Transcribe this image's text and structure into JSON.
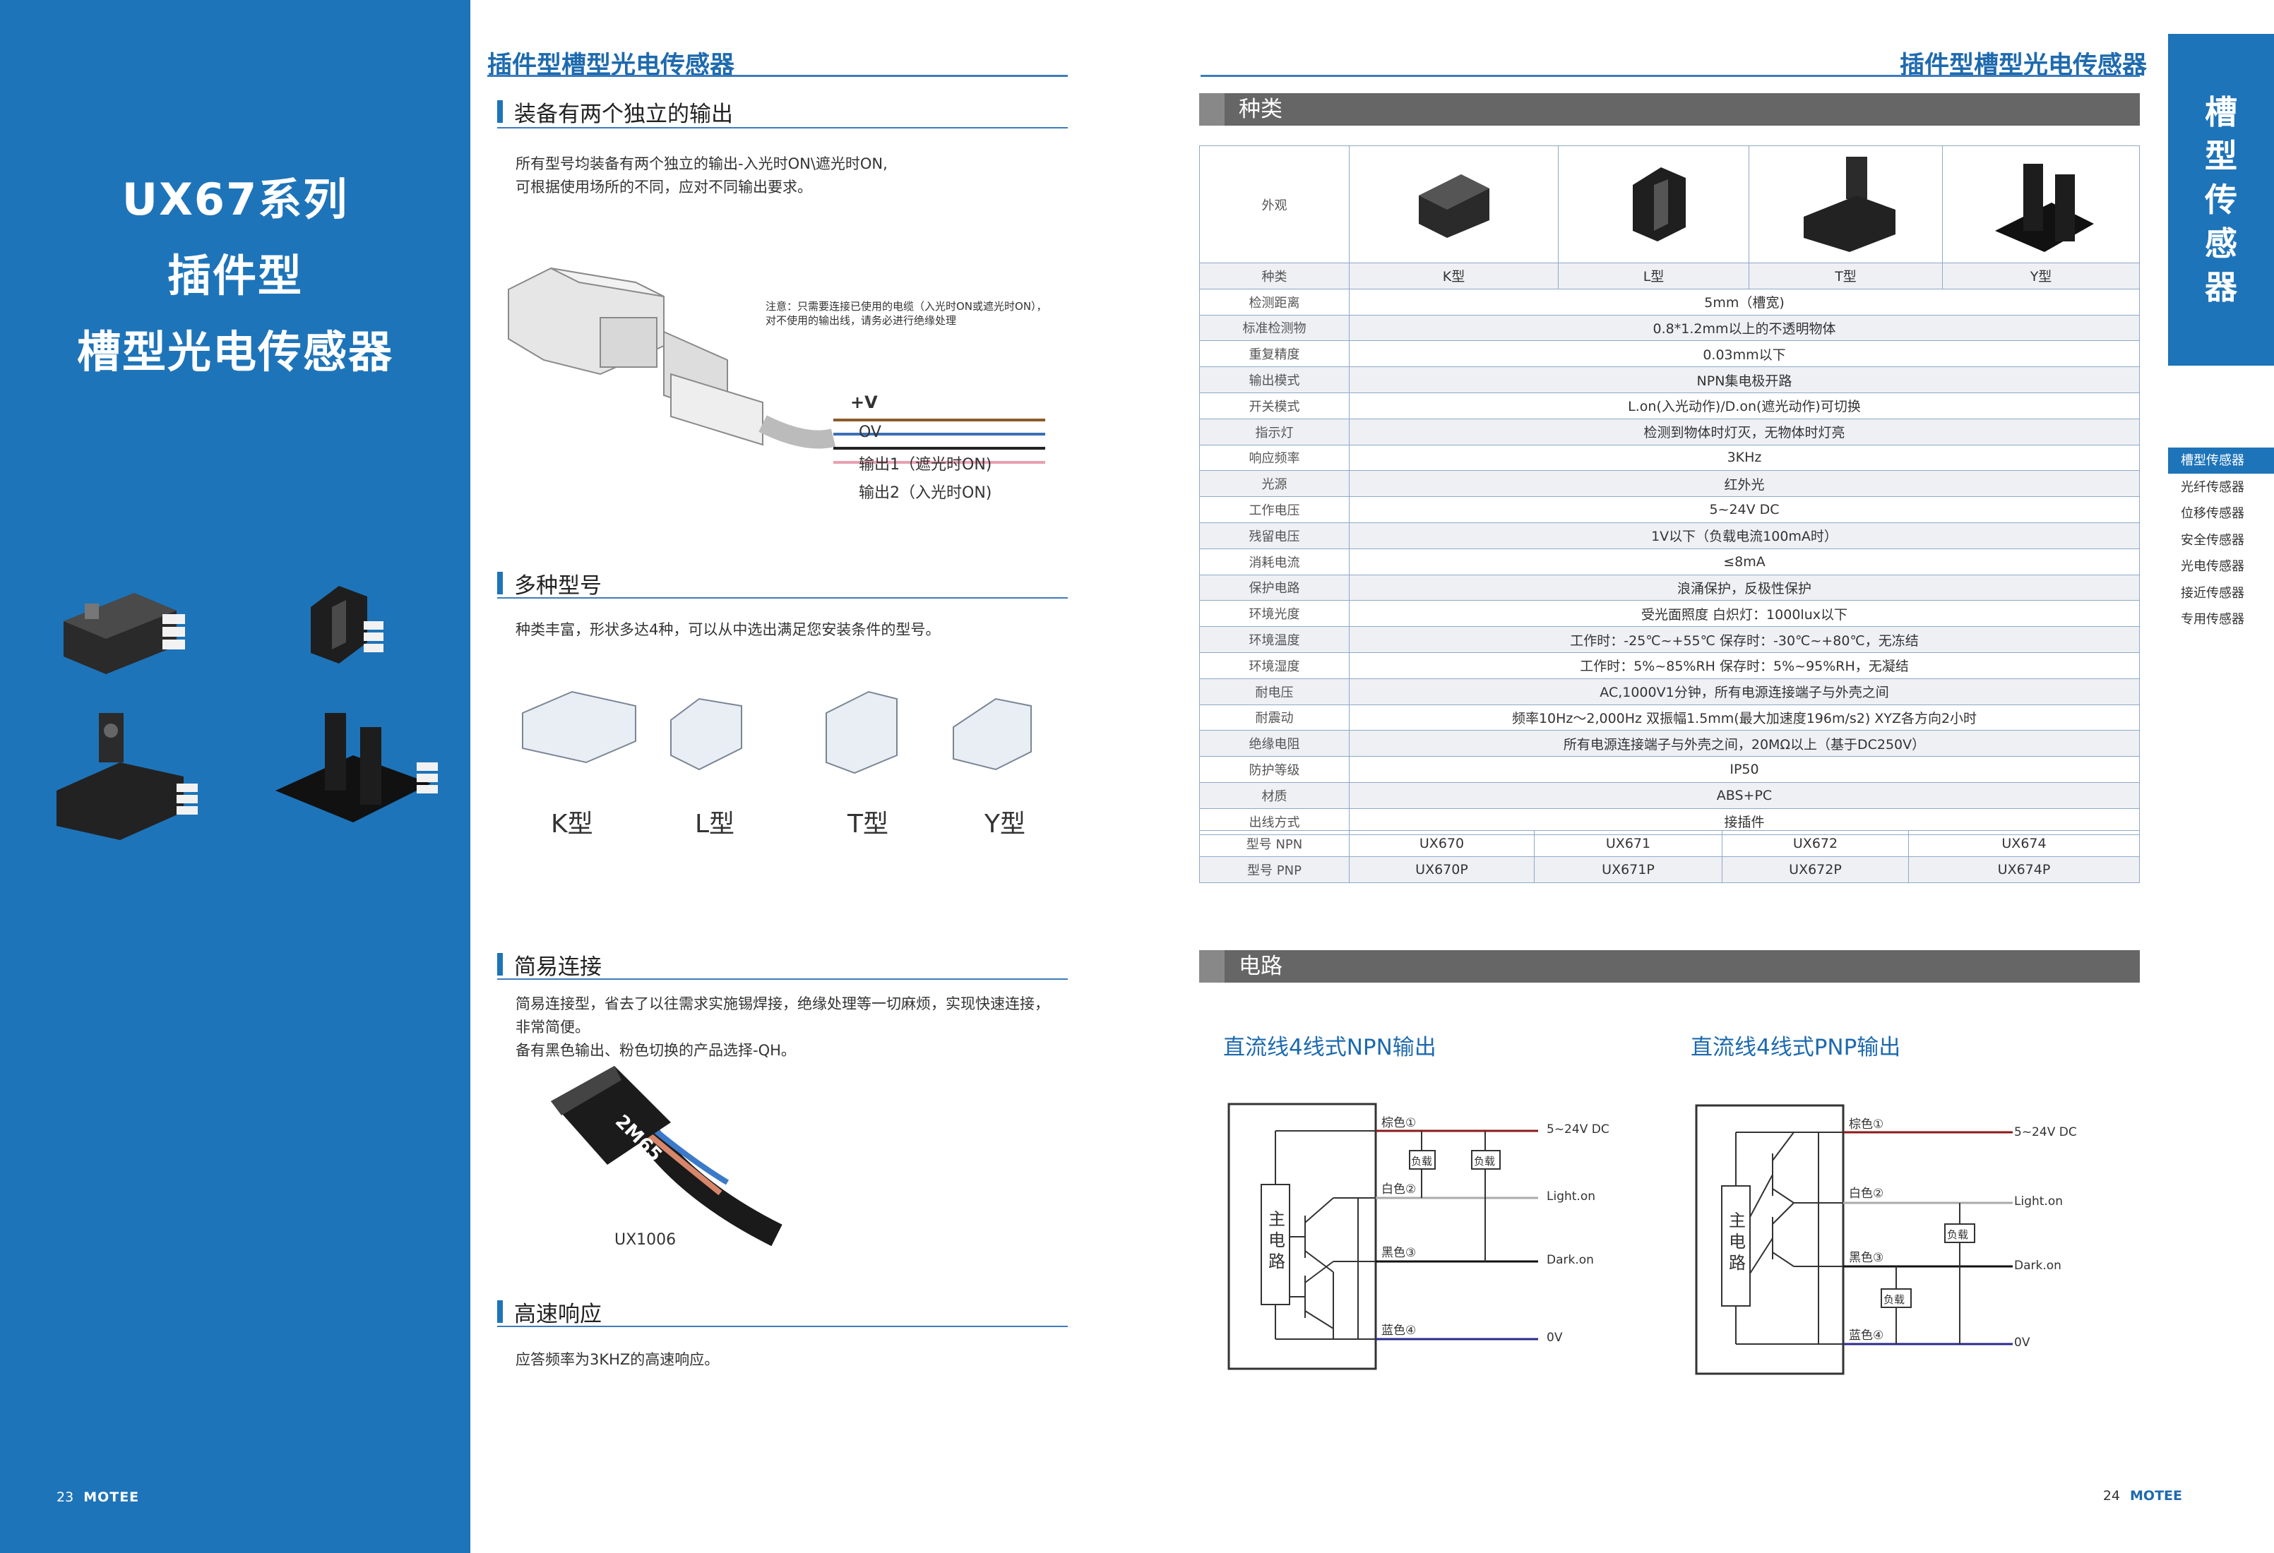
{
  "left_page": {
    "cover_title": [
      "UX67系列",
      "插件型",
      "槽型光电传感器"
    ],
    "page_number": "23",
    "brand": "MOTEE",
    "header": "插件型槽型光电传感器",
    "sections": [
      {
        "title": "装备有两个独立的输出",
        "lines": [
          "所有型号均装备有两个独立的输出-入光时ON\\遮光时ON,",
          "可根据使用场所的不同，应对不同输出要求。"
        ]
      },
      {
        "title": "多种型号",
        "lines": [
          "种类丰富，形状多达4种，可以从中选出满足您安装条件的型号。"
        ]
      },
      {
        "title": "简易连接",
        "lines": [
          "简易连接型，省去了以往需求实施锡焊接，绝缘处理等一切麻烦，实现快速连接，",
          "非常简便。",
          "备有黑色输出、粉色切换的产品选择-QH。"
        ]
      },
      {
        "title": "高速响应",
        "lines": [
          "应答频率为3KHZ的高速响应。"
        ]
      }
    ],
    "diagram": {
      "note1": "注意：只需要连接已使用的电缆（入光时ON或遮光时ON），",
      "note2": "对不使用的输出线，请务必进行绝缘处理",
      "wires": [
        "+V",
        "OV",
        "输出1（遮光时ON)",
        "输出2（入光时ON)"
      ]
    },
    "types": [
      "K型",
      "L型",
      "T型",
      "Y型"
    ],
    "connector_label": "UX1006",
    "connector_print": "2M65"
  },
  "right_page": {
    "header": "插件型槽型光电传感器",
    "page_number": "24",
    "brand": "MOTEE",
    "tab_title": [
      "槽",
      "型",
      "传",
      "感",
      "器"
    ],
    "side_nav": [
      "槽型传感器",
      "光纤传感器",
      "位移传感器",
      "安全传感器",
      "光电传感器",
      "接近传感器",
      "专用传感器"
    ],
    "types_section": "种类",
    "table": {
      "appearance_label": "外观",
      "type_label": "种类",
      "types": [
        "K型",
        "L型",
        "T型",
        "Y型"
      ],
      "rows": [
        [
          "检测距离",
          "5mm（槽宽)"
        ],
        [
          "标准检测物",
          "0.8*1.2mm以上的不透明物体"
        ],
        [
          "重复精度",
          "0.03mm以下"
        ],
        [
          "输出模式",
          "NPN集电极开路"
        ],
        [
          "开关模式",
          "L.on(入光动作)/D.on(遮光动作)可切换"
        ],
        [
          "指示灯",
          "检测到物体时灯灭，无物体时灯亮"
        ],
        [
          "响应频率",
          "3KHz"
        ],
        [
          "光源",
          "红外光"
        ],
        [
          "工作电压",
          "5~24V DC"
        ],
        [
          "残留电压",
          "1V以下（负载电流100mA时）"
        ],
        [
          "消耗电流",
          "≤8mA"
        ],
        [
          "保护电路",
          "浪涌保护，反极性保护"
        ],
        [
          "环境光度",
          "受光面照度 白炽灯：1000lux以下"
        ],
        [
          "环境温度",
          "工作时：-25℃~+55℃ 保存时：-30℃~+80℃，无冻结"
        ],
        [
          "环境湿度",
          "工作时：5%~85%RH  保存时：5%~95%RH，无凝结"
        ],
        [
          "耐电压",
          "AC,1000V1分钟，所有电源连接端子与外壳之间"
        ],
        [
          "耐震动",
          "频率10Hz～2,000Hz   双振幅1.5mm(最大加速度196m/s2)   XYZ各方向2小时"
        ],
        [
          "绝缘电阻",
          "所有电源连接端子与外壳之间，20MΩ以上（基于DC250V）"
        ],
        [
          "防护等级",
          "IP50"
        ],
        [
          "材质",
          "ABS+PC"
        ],
        [
          "出线方式",
          "接插件"
        ]
      ],
      "npn_label": "型号  NPN",
      "npn": [
        "UX670",
        "UX671",
        "UX672",
        "UX674"
      ],
      "pnp_label": "型号  PNP",
      "pnp": [
        "UX670P",
        "UX671P",
        "UX672P",
        "UX674P"
      ]
    },
    "circuit_section": "电路",
    "npn_circuit": {
      "title": "直流线4线式NPN输出",
      "main": "主电路",
      "pins": [
        "棕色①",
        "白色②",
        "黑色③",
        "蓝色④"
      ],
      "loads": [
        "负载",
        "负载"
      ],
      "terms": [
        "5~24V DC",
        "Light.on",
        "Dark.on",
        "0V"
      ]
    },
    "pnp_circuit": {
      "title": "直流线4线式PNP输出",
      "main": "主电路",
      "pins": [
        "棕色①",
        "白色②",
        "黑色③",
        "蓝色④"
      ],
      "loads": [
        "负载",
        "负载"
      ],
      "terms": [
        "5~24V DC",
        "Light.on",
        "Dark.on",
        "0V"
      ]
    }
  }
}
